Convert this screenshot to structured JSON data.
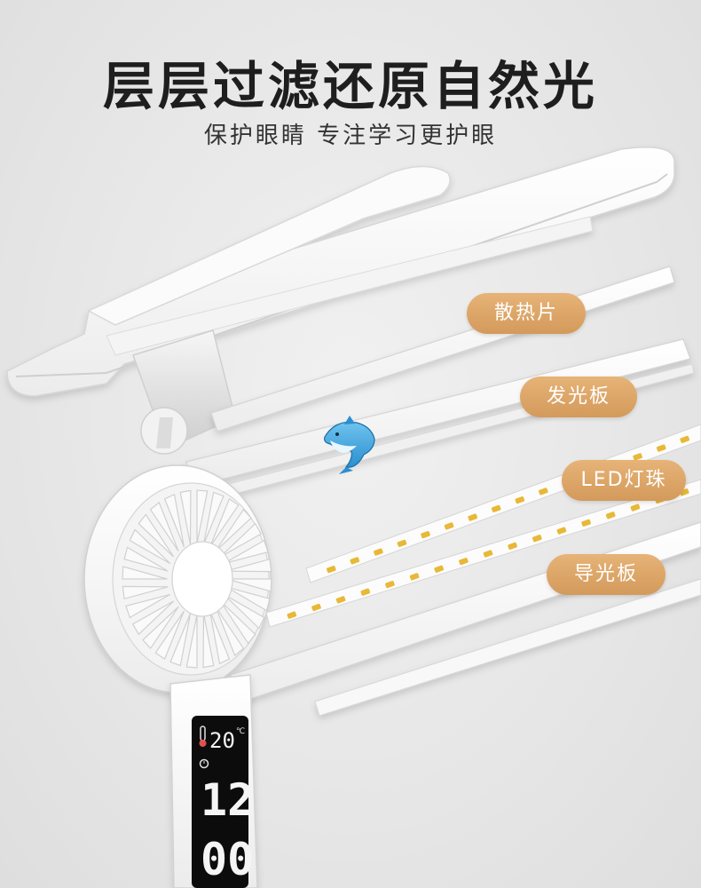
{
  "headline": "层层过滤还原自然光",
  "subheadline": "保护眼睛 专注学习更护眼",
  "labels": {
    "heatsink": "散热片",
    "light_panel": "发光板",
    "led_beads": "LED灯珠",
    "guide_plate": "导光板"
  },
  "display": {
    "temperature": "20",
    "temperature_unit": "℃",
    "clock_hour": "12",
    "clock_minute": "00"
  },
  "colors": {
    "tag_fill": "#d9a264",
    "lamp_body": "#ffffff",
    "background": "#e8e8e8",
    "led_bead": "#e8b836",
    "screen": "#0c0c0c"
  },
  "icons": {
    "corner_badge": "dolphin-icon",
    "thermometer": "thermometer-icon",
    "alarm": "alarm-icon"
  }
}
